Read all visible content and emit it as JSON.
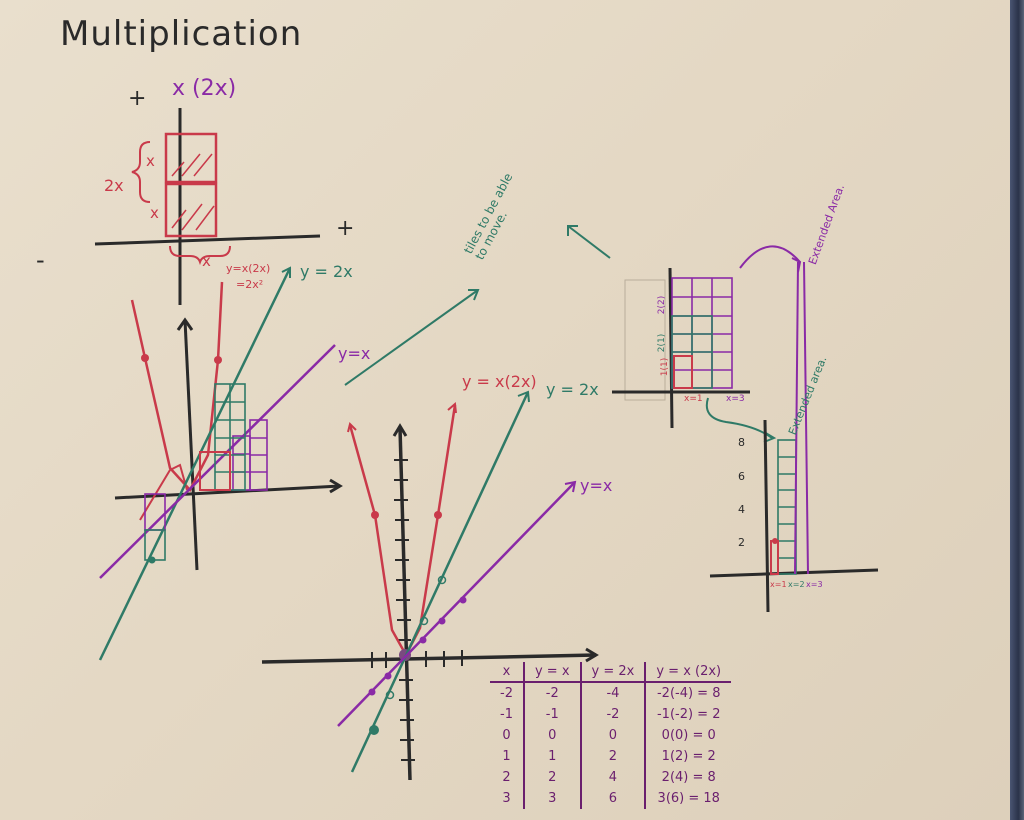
{
  "title": "Multiplication",
  "top_diagram": {
    "label_x2x": "x (2x)",
    "plus_top": "+",
    "plus_right": "+",
    "minus_left": "-",
    "label_2x": "2x",
    "label_x_upper": "x",
    "label_x_lower": "x",
    "label_x_bottom": "x"
  },
  "left_graph": {
    "label_yx2x": "y=x(2x)",
    "label_2x2": "=2x²",
    "label_y2x": "y = 2x",
    "label_yx": "y=x"
  },
  "center_graph": {
    "label_yx2x": "y = x(2x)",
    "label_y2x": "y = 2x",
    "label_yx": "y=x"
  },
  "tiles_note": "tiles to be able to move.",
  "right_graph": {
    "label_2_2": "2(2)",
    "label_2_1": "2(1)",
    "label_1_1": "1(1)",
    "label_x1": "x=1",
    "label_x3": "x=3",
    "note_top": "Extended Area.",
    "note_mid": "Extended area.",
    "ticks": [
      "8",
      "6",
      "4",
      "2"
    ],
    "label_x1_b": "x=1",
    "label_x2_b": "x=2",
    "label_x3_b": "x=3"
  },
  "table": {
    "headers": [
      "x",
      "y = x",
      "y = 2x",
      "y = x (2x)"
    ],
    "rows": [
      [
        "-2",
        "-2",
        "-4",
        "-2(-4) = 8"
      ],
      [
        "-1",
        "-1",
        "-2",
        "-1(-2) = 2"
      ],
      [
        "0",
        "0",
        "0",
        "0(0) = 0"
      ],
      [
        "1",
        "1",
        "2",
        "1(2) = 2"
      ],
      [
        "2",
        "2",
        "4",
        "2(4) = 8"
      ],
      [
        "3",
        "3",
        "6",
        "3(6) = 18"
      ]
    ]
  },
  "colors": {
    "red": "#c93a4a",
    "teal": "#2f7a67",
    "purple": "#8a2aa6",
    "black": "#2a2a2a"
  }
}
